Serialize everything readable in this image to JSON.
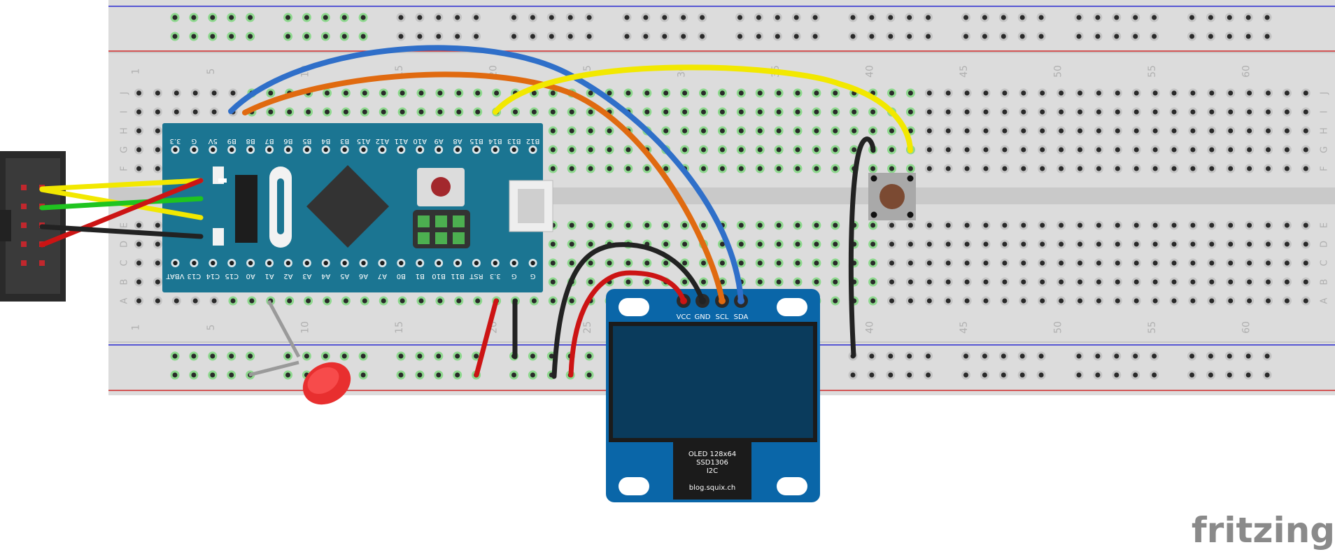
{
  "breadboard": {
    "column_numbers": [
      "1",
      "5",
      "10",
      "15",
      "20",
      "25",
      "30",
      "35",
      "40",
      "45",
      "50",
      "55",
      "60"
    ],
    "row_letters": [
      "J",
      "I",
      "H",
      "G",
      "F",
      "E",
      "D",
      "C",
      "B",
      "A"
    ]
  },
  "mcu_board": {
    "top_pins": [
      "3.3",
      "G",
      "5V",
      "B9",
      "B8",
      "B7",
      "B6",
      "B5",
      "B4",
      "B3",
      "A15",
      "A12",
      "A11",
      "A10",
      "A9",
      "A8",
      "B15",
      "B14",
      "B13",
      "B12"
    ],
    "bottom_pins": [
      "VBAT",
      "C13",
      "C14",
      "C15",
      "A0",
      "A1",
      "A2",
      "A3",
      "A4",
      "A5",
      "A6",
      "A7",
      "B0",
      "B1",
      "B10",
      "B11",
      "RST",
      "3.3",
      "G",
      "G"
    ]
  },
  "oled": {
    "pins": [
      "VCC",
      "GND",
      "SCL",
      "SDA"
    ],
    "label_lines": [
      "OLED 128x64",
      "SSD1306",
      "I2C"
    ],
    "url": "blog.squix.ch"
  },
  "watermark": "fritzing",
  "colors": {
    "wire_blue": "#2f6fc9",
    "wire_orange": "#e06a10",
    "wire_yellow": "#f2e800",
    "wire_red": "#cc1414",
    "wire_black": "#222222",
    "wire_green": "#1fc41f",
    "board_teal": "#1b7592",
    "oled_blue": "#0a66a8",
    "breadboard": "#d9d9d9"
  }
}
